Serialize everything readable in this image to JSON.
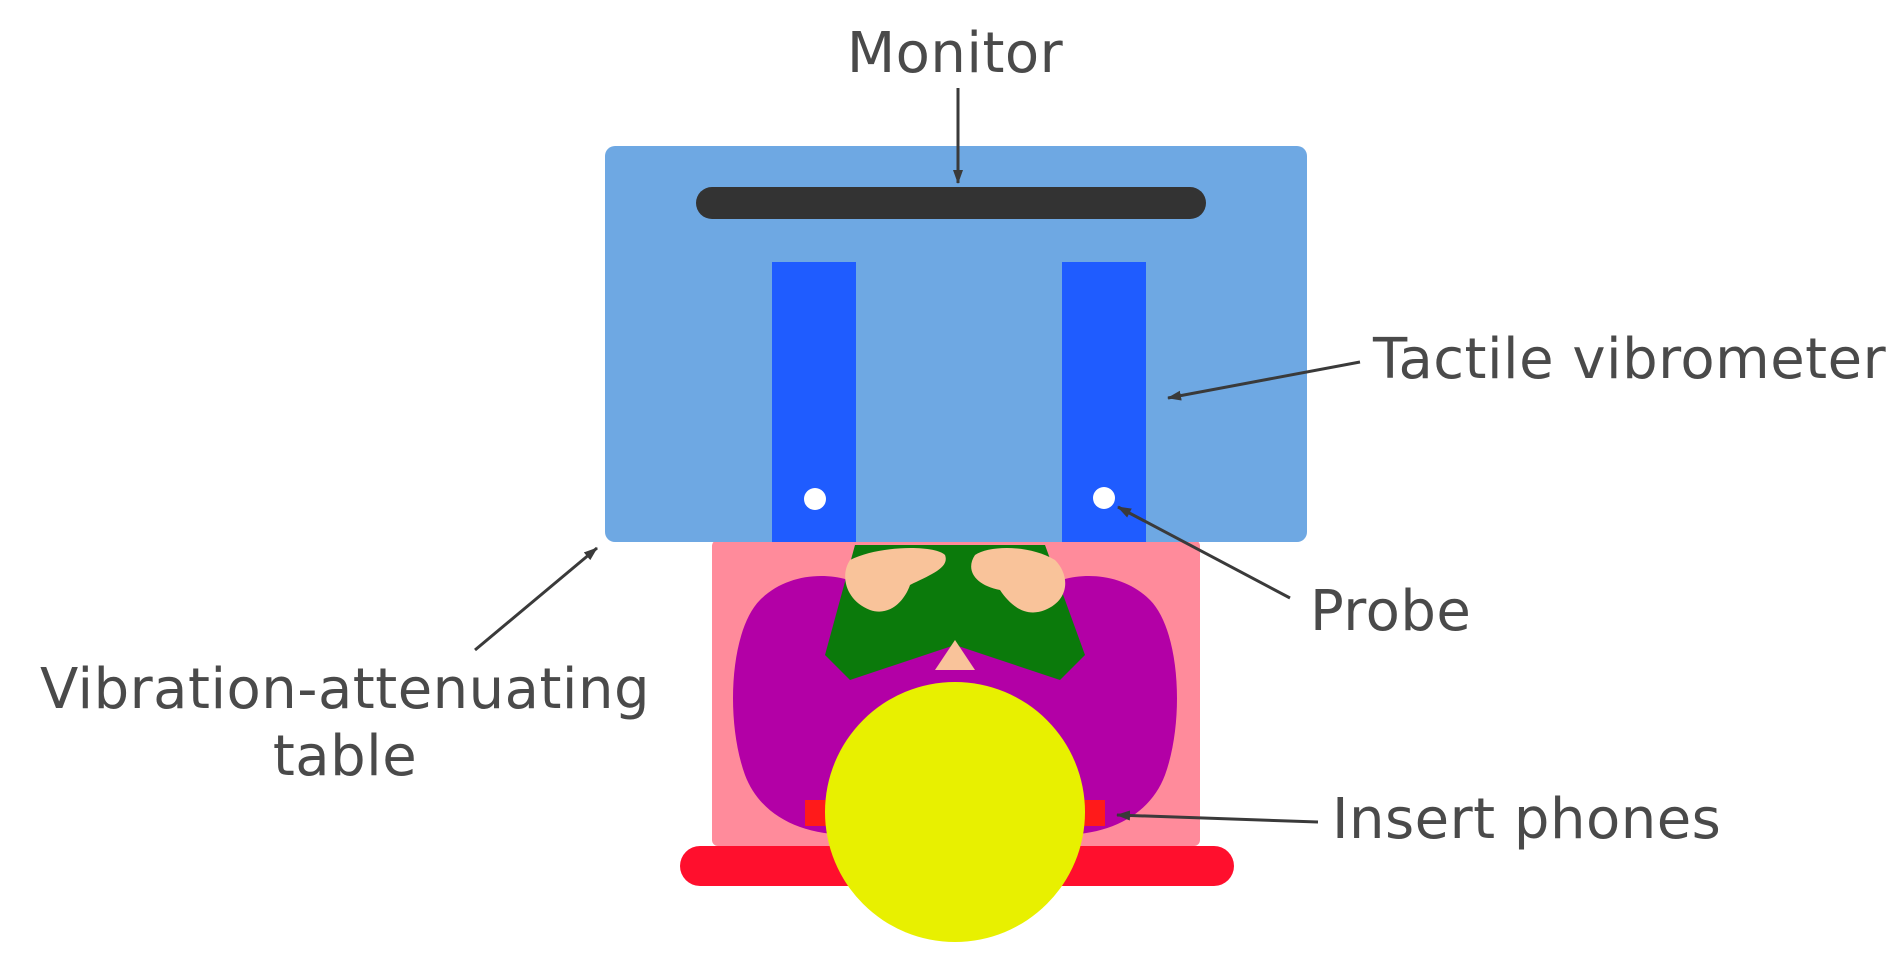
{
  "labels": {
    "monitor": "Monitor",
    "tactile_vibrometer": "Tactile vibrometer",
    "probe": "Probe",
    "table_line1": "Vibration-attenuating",
    "table_line2": "table",
    "insert_phones": "Insert phones"
  },
  "colors": {
    "table": "#6ea8e3",
    "monitor": "#333333",
    "vibrometer": "#1f5cff",
    "probe": "#ffffff",
    "chair": "#ff8b9b",
    "body": "#b300a6",
    "shirt": "#0b7a0b",
    "skin": "#f9c39a",
    "head": "#e8f000",
    "phones": "#ff1a1a",
    "chair_bar": "#ff0f2d",
    "text": "#4a4a4a"
  }
}
